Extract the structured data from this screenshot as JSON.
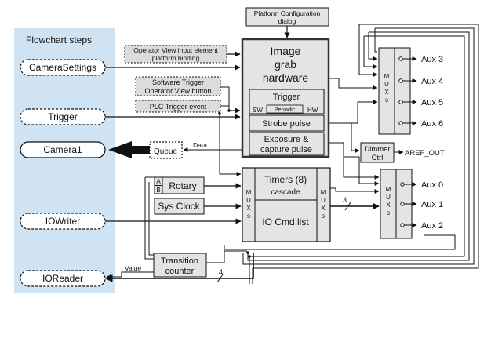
{
  "sidebar": {
    "title": "Flowchart steps",
    "steps": [
      "CameraSettings",
      "Trigger",
      "Camera1",
      "IOWriter",
      "IOReader"
    ]
  },
  "inputs": {
    "operator_view_binding_line1": "Operator View input element",
    "operator_view_binding_line2": "platform binding",
    "software_trigger": "Software Trigger",
    "operator_view_button": "Operator View button",
    "plc_trigger_event": "PLC Trigger event"
  },
  "platform_config": {
    "line1": "Platform Configuration",
    "line2": "dialog"
  },
  "image_grab": {
    "title_line1": "Image",
    "title_line2": "grab",
    "title_line3": "hardware",
    "trigger": "Trigger",
    "sw": "SW",
    "periodic": "Periodic",
    "hw": "HW",
    "strobe": "Strobe pulse",
    "exposure_line1": "Exposure &",
    "exposure_line2": "capture pulse"
  },
  "queue": {
    "label": "Queue",
    "data_label": "Data"
  },
  "rotary": {
    "label": "Rotary",
    "a": "A",
    "b": "B"
  },
  "sys_clock": "Sys Clock",
  "timers": {
    "title": "Timers (8)",
    "subtitle": "cascade"
  },
  "io_cmd_list": "IO Cmd list",
  "mux_letters": [
    "M",
    "U",
    "X",
    "s"
  ],
  "transition_counter": {
    "line1": "Transition",
    "line2": "counter",
    "value_label": "Value"
  },
  "bus_widths": {
    "mux_out": "3",
    "counter_in": "4"
  },
  "dimmer": {
    "line1": "Dimmer",
    "line2": "Ctrl",
    "output": "AREF_OUT"
  },
  "aux_top": [
    "Aux 3",
    "Aux 4",
    "Aux 5",
    "Aux 6"
  ],
  "aux_bottom": [
    "Aux 0",
    "Aux 1",
    "Aux 2"
  ],
  "colors": {
    "sidebar_bg": "#cfe3f3",
    "input_box_bg": "#dcdcdc",
    "grey_box": "#e4e4e4",
    "line": "#111111"
  }
}
